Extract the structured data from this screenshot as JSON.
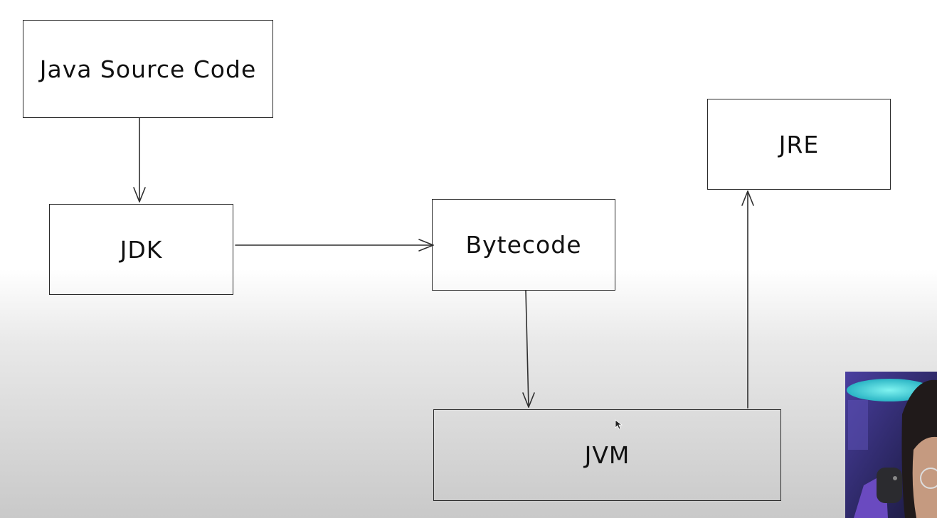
{
  "diagram": {
    "nodes": {
      "source": "Java Source Code",
      "jdk": "JDK",
      "bytecode": "Bytecode",
      "jre": "JRE",
      "jvm": "JVM"
    },
    "edges": [
      {
        "from": "source",
        "to": "jdk"
      },
      {
        "from": "jdk",
        "to": "bytecode"
      },
      {
        "from": "bytecode",
        "to": "jvm"
      },
      {
        "from": "jvm",
        "to": "jre"
      }
    ]
  }
}
